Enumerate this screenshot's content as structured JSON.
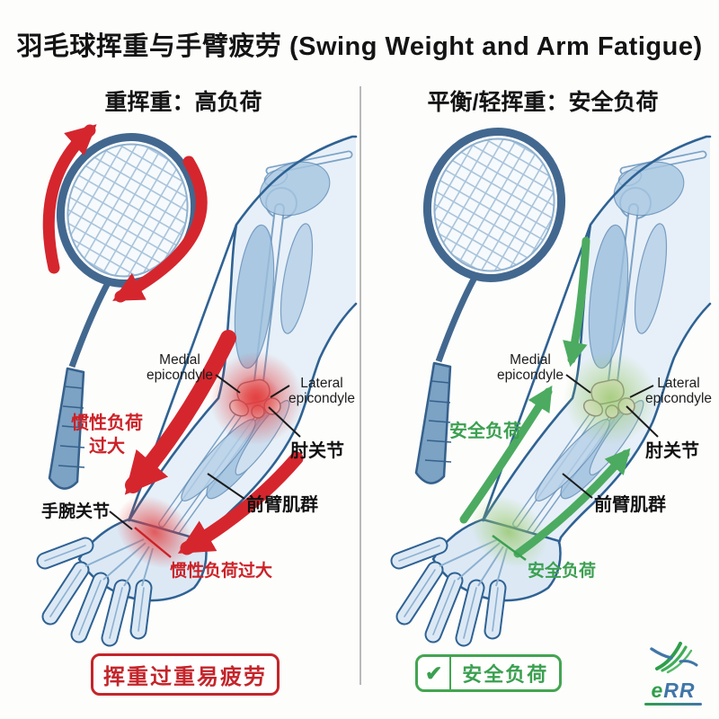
{
  "header": {
    "title": "羽毛球挥重与手臂疲劳 (Swing Weight and Arm Fatigue)"
  },
  "panels": {
    "left": {
      "subtitle": "重挥重：高负荷",
      "labels": {
        "medial1": "Medial",
        "medial2": "epicondyle",
        "lateral1": "Lateral",
        "lateral2": "epicondyle",
        "elbow": "肘关节",
        "forearm": "前臂肌群",
        "wrist": "手腕关节",
        "inertia_upper1": "惯性负荷",
        "inertia_upper2": "过大",
        "inertia_lower": "惯性负荷过大"
      },
      "badge": "挥重过重易疲劳"
    },
    "right": {
      "subtitle": "平衡/轻挥重：安全负荷",
      "labels": {
        "medial1": "Medial",
        "medial2": "epicondyle",
        "lateral1": "Lateral",
        "lateral2": "epicondyle",
        "elbow": "肘关节",
        "forearm": "前臂肌群",
        "safe_upper": "安全负荷",
        "safe_lower": "安全负荷"
      },
      "badge_check": "✔",
      "badge": "安全负荷"
    }
  },
  "logo": {
    "part1": "e",
    "part2": "RR"
  },
  "colors": {
    "danger_text": "#cc2127",
    "danger_arrow": "#d5262e",
    "safe_text": "#3ba050",
    "safe_arrow": "#4cab60",
    "arm_outline": "#2f6293",
    "ink": "#141414"
  }
}
